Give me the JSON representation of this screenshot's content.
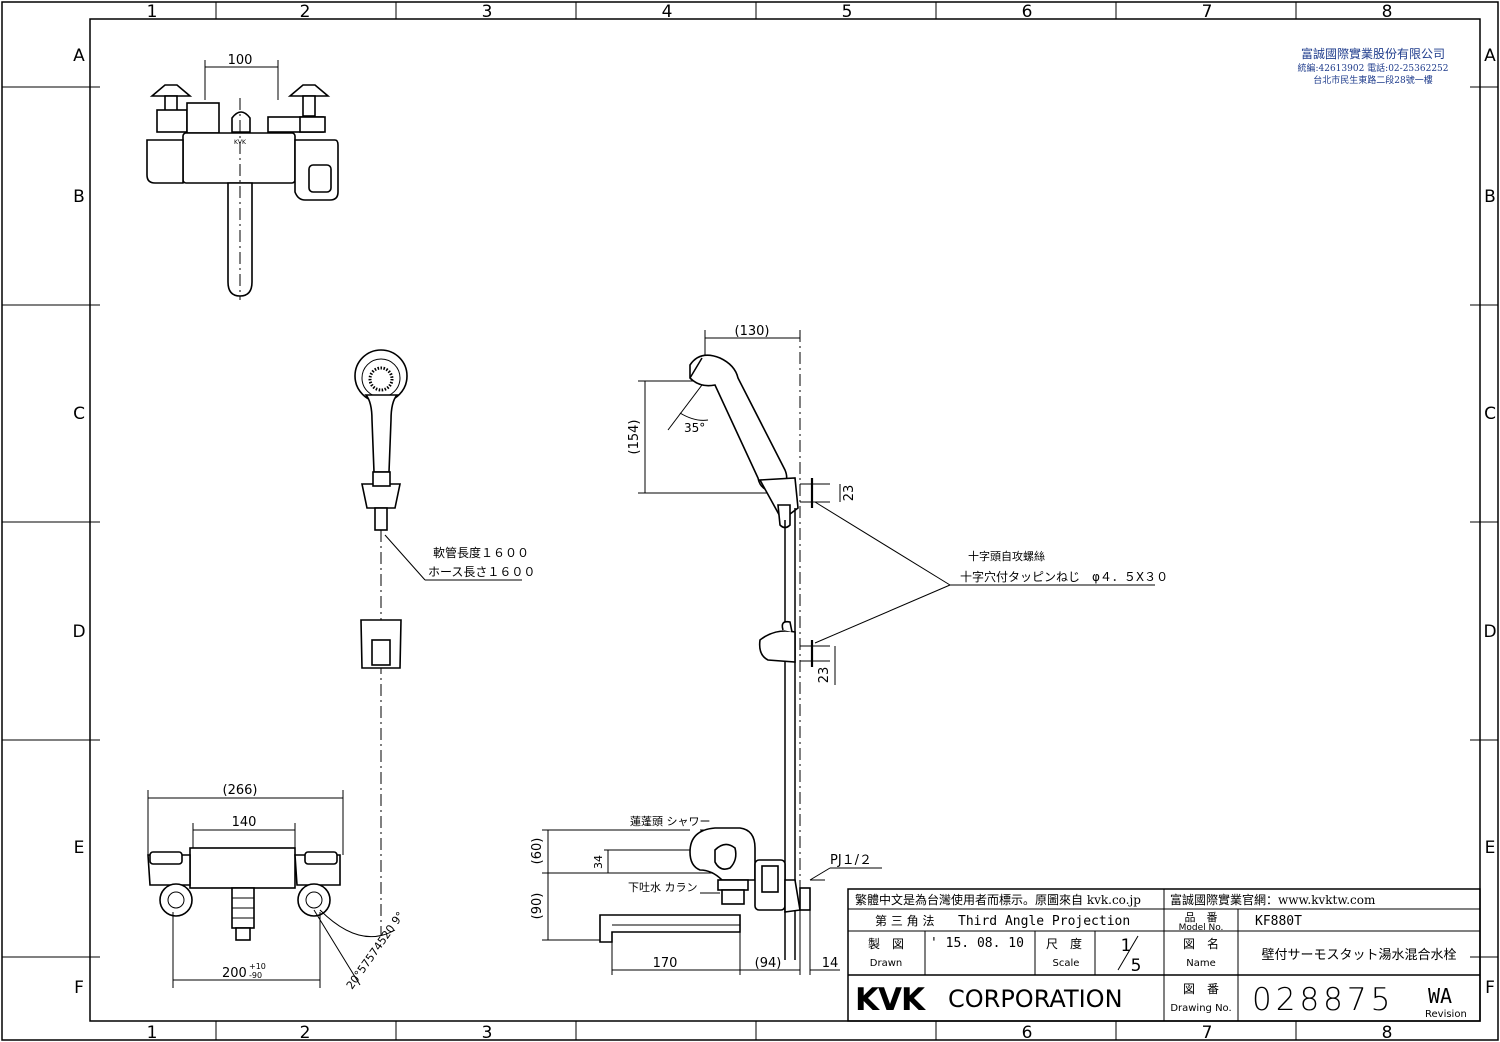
{
  "grid": {
    "columns": [
      "1",
      "2",
      "3",
      "4",
      "5",
      "6",
      "7",
      "8"
    ],
    "rows": [
      "A",
      "B",
      "C",
      "D",
      "E",
      "F"
    ]
  },
  "company_stamp": {
    "name": "富誠國際實業股份有限公司",
    "phone": "統編:42613902 電話:02-25362252",
    "address": "台北市民生東路二段28號一樓"
  },
  "dimensions": {
    "top_width": "100",
    "hand_shower_reach": "(130)",
    "hand_shower_height": "(154)",
    "angle": "35°",
    "screw_spacing_upper": "23",
    "screw_spacing_lower": "23",
    "body_total_width": "(266)",
    "body_center_width": "140",
    "body_bottom_width_base": "200",
    "body_bottom_tol_upper": "+10",
    "body_bottom_tol_lower": "-90",
    "arc_label": "20°57574520 9°",
    "spout_height_upper": "(60)",
    "spout_height_offset": "34",
    "spout_height_lower": "(90)",
    "spout_length": "170",
    "spout_depth": "(94)",
    "wall_offset": "14"
  },
  "notes": {
    "hose_cn": "軟管長度１６００",
    "hose_jp": "ホース長さ１６００",
    "screw_cn": "十字頭自攻螺絲",
    "screw_jp": "十字穴付タッピンねじ　φ４．５X３０",
    "shower_label": "蓮蓬頭 シャワー",
    "spout_label": "下吐水 カラン",
    "pipe": "PJ１/２"
  },
  "title_block": {
    "disclaimer": "繁體中文是為台灣使用者而標示。原圖來自 kvk.co.jp",
    "website": "富誠國際實業官網：www.kvktw.com",
    "projection_cn": "第 三 角 法",
    "projection_en": "Third Angle Projection",
    "model_label_cn": "品　番",
    "model_label_en": "Model No.",
    "model_value": "KF880T",
    "drawn_label_cn": "製　図",
    "drawn_label_en": "Drawn",
    "drawn_date": "' 15. 08. 10",
    "scale_label_cn": "尺　度",
    "scale_label_en": "Scale",
    "scale_num": "1",
    "scale_den": "5",
    "name_label_cn": "図　名",
    "name_label_en": "Name",
    "name_value": "壁付サーモスタット湯水混合水栓",
    "logo_text": "KVK",
    "corporation": "CORPORATION",
    "drawing_label_cn": "図　番",
    "drawing_label_en": "Drawing No.",
    "drawing_no": "028875",
    "revision_code": "WA",
    "revision_label": "Revision"
  }
}
